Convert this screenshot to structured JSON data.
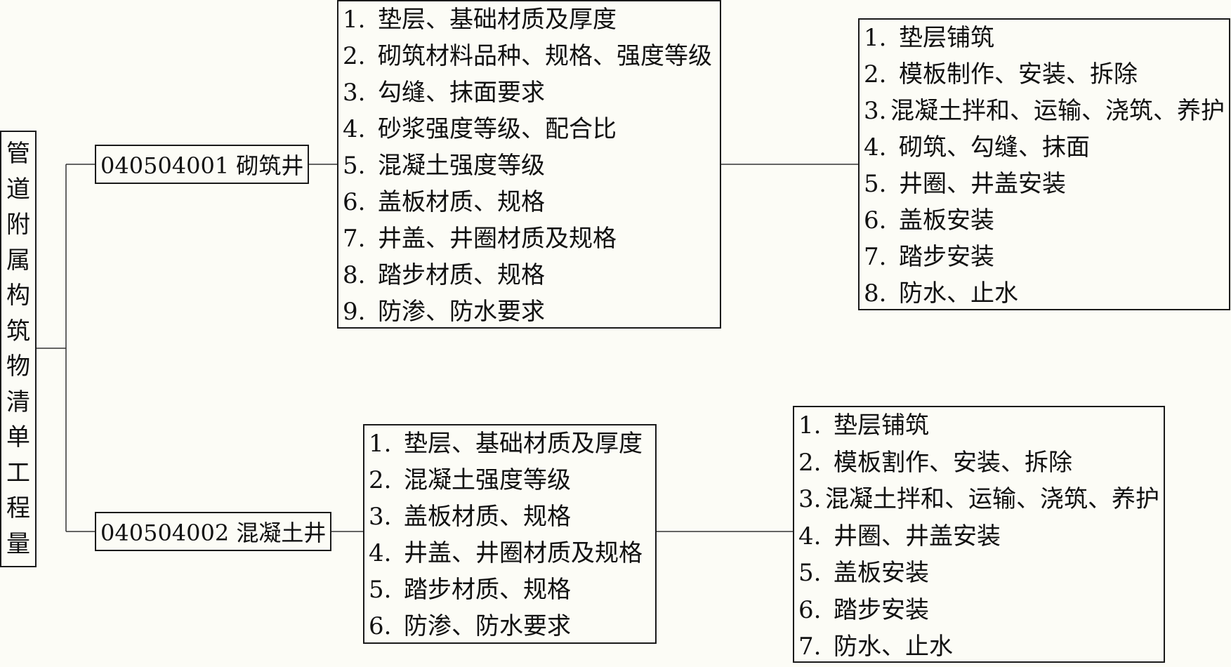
{
  "root": {
    "title_chars": [
      "管",
      "道",
      "附",
      "属",
      "构",
      "筑",
      "物",
      "清",
      "单",
      "工",
      "程",
      "量"
    ]
  },
  "branches": [
    {
      "code_label": "040504001 砌筑井",
      "features": [
        {
          "num": "1.",
          "text": "垫层、基础材质及厚度"
        },
        {
          "num": "2.",
          "text": "砌筑材料品种、规格、强度等级"
        },
        {
          "num": "3.",
          "text": "勾缝、抹面要求"
        },
        {
          "num": "4.",
          "text": "砂浆强度等级、配合比"
        },
        {
          "num": "5.",
          "text": "混凝土强度等级"
        },
        {
          "num": "6.",
          "text": "盖板材质、规格"
        },
        {
          "num": "7.",
          "text": "井盖、井圈材质及规格"
        },
        {
          "num": "8.",
          "text": "踏步材质、规格"
        },
        {
          "num": "9.",
          "text": "防渗、防水要求"
        }
      ],
      "works": [
        {
          "num": "1.",
          "text": "垫层铺筑"
        },
        {
          "num": "2.",
          "text": "模板制作、安装、拆除"
        },
        {
          "num": "3.",
          "text": "混凝土拌和、运输、浇筑、养护"
        },
        {
          "num": "4.",
          "text": "砌筑、勾缝、抹面"
        },
        {
          "num": "5.",
          "text": "井圈、井盖安装"
        },
        {
          "num": "6.",
          "text": "盖板安装"
        },
        {
          "num": "7.",
          "text": "踏步安装"
        },
        {
          "num": "8.",
          "text": "防水、止水"
        }
      ]
    },
    {
      "code_label": "040504002 混凝土井",
      "features": [
        {
          "num": "1.",
          "text": "垫层、基础材质及厚度"
        },
        {
          "num": "2.",
          "text": "混凝土强度等级"
        },
        {
          "num": "3.",
          "text": "盖板材质、规格"
        },
        {
          "num": "4.",
          "text": "井盖、井圈材质及规格"
        },
        {
          "num": "5.",
          "text": "踏步材质、规格"
        },
        {
          "num": "6.",
          "text": "防渗、防水要求"
        }
      ],
      "works": [
        {
          "num": "1.",
          "text": "垫层铺筑"
        },
        {
          "num": "2.",
          "text": "模板割作、安装、拆除"
        },
        {
          "num": "3.",
          "text": "混凝土拌和、运输、浇筑、养护"
        },
        {
          "num": "4.",
          "text": "井圈、井盖安装"
        },
        {
          "num": "5.",
          "text": "盖板安装"
        },
        {
          "num": "6.",
          "text": "踏步安装"
        },
        {
          "num": "7.",
          "text": "防水、止水"
        }
      ]
    }
  ]
}
